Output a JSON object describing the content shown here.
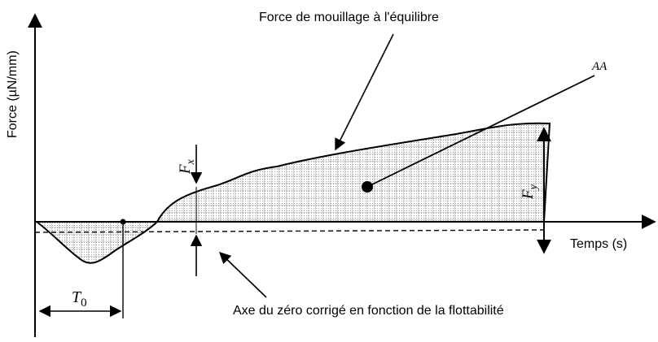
{
  "labels": {
    "y_axis": "Force (µN/mm)",
    "x_axis": "Temps (s)",
    "equilibrium": "Force de mouillage à l'équilibre",
    "corrected_zero": "Axe du zéro corrigé en fonction de la flottabilité",
    "area": "AA",
    "fx_main": "F",
    "fx_sub": "x",
    "fy_main": "F",
    "fy_sub": "y",
    "t0_main": "T",
    "t0_sub": "0"
  },
  "colors": {
    "ink": "#000000",
    "background": "#ffffff",
    "fill_dot": "#9a9a9a"
  }
}
